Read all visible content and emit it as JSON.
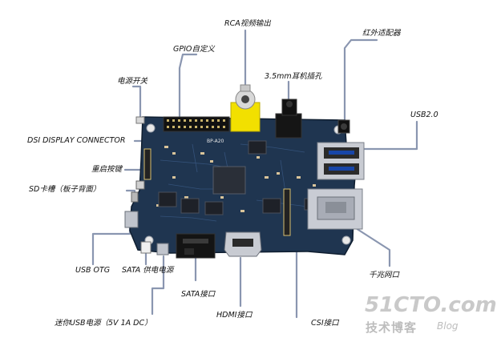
{
  "labels": {
    "rca_output": "RCA视频输出",
    "ir_receiver": "红外适配器",
    "gpio": "GPIO自定义",
    "audio_jack": "3.5mm耳机插孔",
    "power_switch": "电源开关",
    "usb20": "USB2.0",
    "dsi": "DSI DISPLAY CONNECTOR",
    "reset_button": "重启按键",
    "sd_slot": "SD卡槽（板子背面）",
    "usb_otg": "USB OTG",
    "sata_power": "SATA 供电电源",
    "sata_port": "SATA接口",
    "mini_usb_power": "迷你USB电源（5V 1A DC）",
    "hdmi": "HDMI接口",
    "csi": "CSI接口",
    "gigabit_lan": "千兆网口"
  },
  "board": {
    "silkscreen": "BP-A20"
  },
  "watermark": {
    "site": "51CTO.com",
    "tagline": "技术博客",
    "blog": "Blog"
  },
  "colors": {
    "pcb": "#1f3550",
    "leader": "#8a96b0",
    "rca": "#f2e000",
    "ethernet": "#c9ccd4",
    "usb": "#c8cbd2"
  }
}
